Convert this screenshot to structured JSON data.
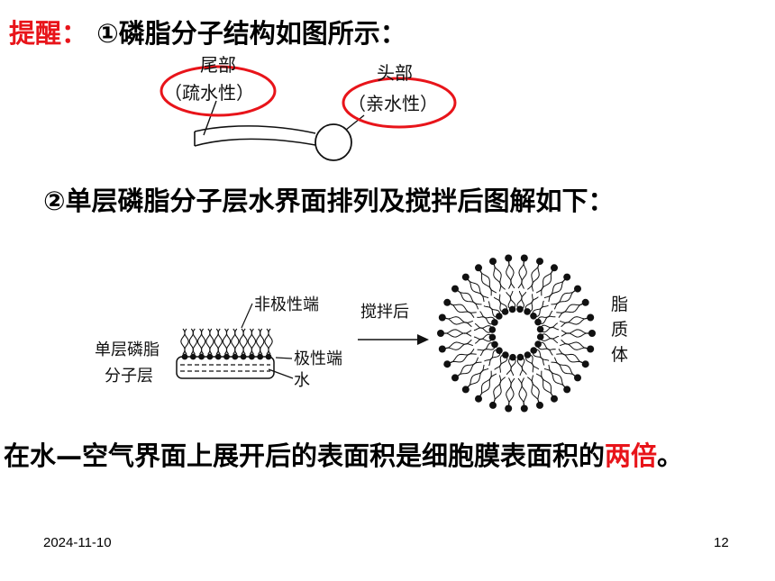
{
  "line1": {
    "prefix": "提醒",
    "colon": "：",
    "text": "①磷脂分子结构如图所示："
  },
  "fig1": {
    "tail_label": "尾部",
    "tail_property": "（疏水性）",
    "head_label": "头部",
    "head_property": "（亲水性）"
  },
  "line2": {
    "text": "②单层磷脂分子层水界面排列及搅拌后图解如下："
  },
  "fig2": {
    "nonpolar_end": "非极性端",
    "monolayer_line1": "单层磷脂",
    "monolayer_line2": "分子层",
    "polar_end": "极性端",
    "water": "水",
    "after_stirring": "搅拌后",
    "liposome_1": "脂",
    "liposome_2": "质",
    "liposome_3": "体"
  },
  "line3": {
    "text": "在水—空气界面上展开后的表面积是细胞膜表面积的",
    "highlight": "两倍",
    "end": "。"
  },
  "footer": {
    "date": "2024-11-10",
    "page": "12"
  },
  "colors": {
    "accent_red": "#e8141a"
  }
}
